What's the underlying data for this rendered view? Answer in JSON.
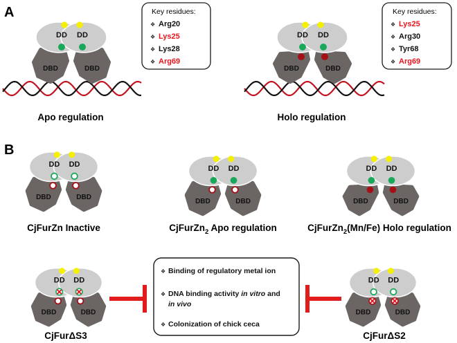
{
  "panels": {
    "a": "A",
    "b": "B"
  },
  "colors": {
    "domain_light": "#cdcdcd",
    "domain_dark": "#6b6664",
    "yellow": "#f5f000",
    "green": "#19a85a",
    "darkred": "#a50f15",
    "highlight_red": "#e8141e",
    "inhibit_red": "#e21b1b",
    "dna_red": "#c1121f",
    "dna_black": "#111111"
  },
  "labels": {
    "dd": "DD",
    "dbd": "DBD"
  },
  "panel_a": {
    "apo": {
      "caption": "Apo regulation",
      "key_title": "Key residues:",
      "residues": [
        {
          "text": "Arg20",
          "red": false
        },
        {
          "text": "Lys25",
          "red": true
        },
        {
          "text": "Lys28",
          "red": false
        },
        {
          "text": "Arg69",
          "red": true
        }
      ]
    },
    "holo": {
      "caption": "Holo regulation",
      "key_title": "Key residues:",
      "residues": [
        {
          "text": "Lys25",
          "red": true
        },
        {
          "text": "Arg30",
          "red": false
        },
        {
          "text": "Tyr68",
          "red": false
        },
        {
          "text": "Arg69",
          "red": true
        }
      ]
    }
  },
  "panel_b": {
    "inactive_caption": "CjFurZn Inactive",
    "apo_caption_prefix": "CjFurZn",
    "apo_caption_sub": "2",
    "apo_caption_suffix": " Apo regulation",
    "holo_caption_prefix": "CjFurZn",
    "holo_caption_sub": "2",
    "holo_caption_suffix": "(Mn/Fe) Holo regulation",
    "s3_caption": "CjFurΔS3",
    "s2_caption": "CjFurΔS2",
    "phenotype_items": [
      {
        "parts": [
          {
            "t": "Binding of regulatory metal ion",
            "i": false
          }
        ]
      },
      {
        "parts": [
          {
            "t": "DNA binding activity ",
            "i": false
          },
          {
            "t": "in vitro",
            "i": true
          },
          {
            "t": " and",
            "i": false
          }
        ]
      },
      {
        "parts": [
          {
            "t": "in vivo",
            "i": true
          }
        ]
      },
      {
        "parts": [
          {
            "t": "Colonization of chick ceca",
            "i": false
          }
        ]
      }
    ]
  }
}
